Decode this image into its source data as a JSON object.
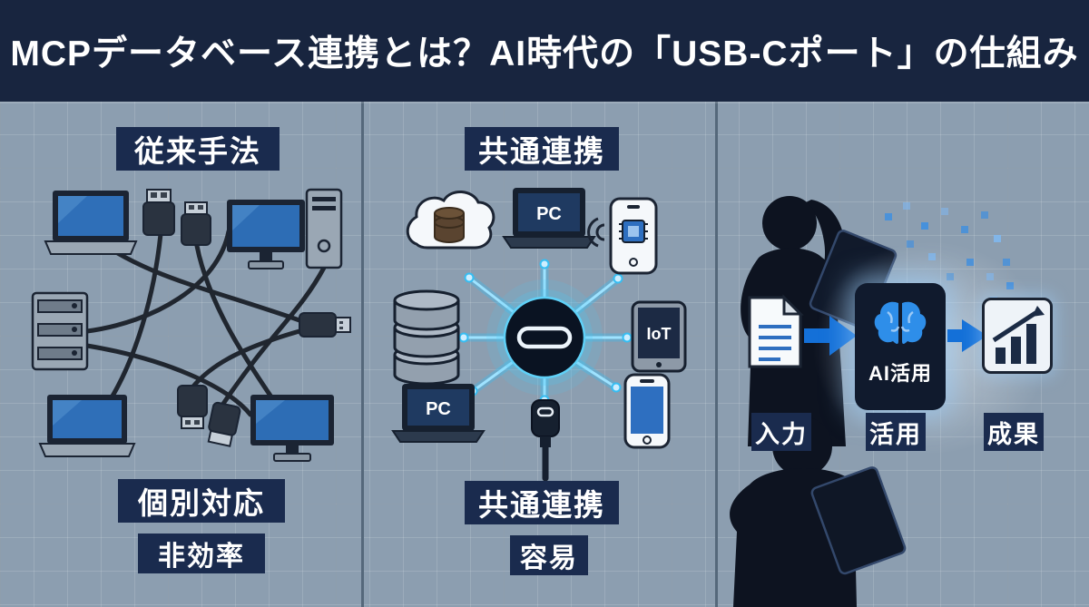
{
  "title": "MCPデータベース連携とは？AI時代の「USB-Cポート」の仕組み",
  "columns": {
    "traditional": {
      "header": "従来手法",
      "caption_primary": "個別対応",
      "caption_secondary": "非効率"
    },
    "mcp": {
      "header": "共通連携",
      "pc_top": "PC",
      "iot": "IoT",
      "pc_bottom": "PC",
      "caption_primary": "共通連携",
      "caption_secondary": "容易"
    },
    "ai_flow": {
      "ai_box": "AI活用",
      "input": "入力",
      "use": "活用",
      "result": "成果"
    }
  },
  "colors": {
    "header_bg": "#18253f",
    "label_bg": "#1a2b4e",
    "grid_bg": "#8c9eb0",
    "accent_cyan": "#4ac9f7",
    "accent_blue": "#1470d8",
    "silhouette": "#0d1320"
  },
  "icon_names": [
    "laptop-icon",
    "monitor-icon",
    "server-icon",
    "tower-pc-icon",
    "usb-plug-icon",
    "usb-stick-icon",
    "cloud-database-icon",
    "smartphone-chip-icon",
    "wifi-icon",
    "database-stack-icon",
    "iot-tablet-icon",
    "smartphone-icon",
    "usb-c-hub-icon",
    "usb-cable-icon",
    "person-silhouette",
    "tablet-icon",
    "document-icon",
    "arrow-right-icon",
    "ai-brain-icon",
    "bar-chart-icon"
  ]
}
